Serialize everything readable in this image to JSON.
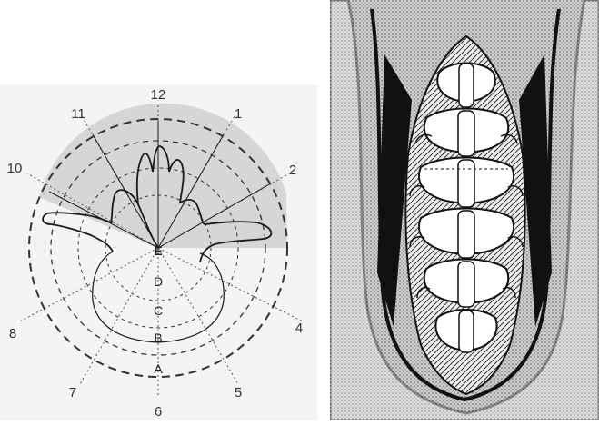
{
  "clock_diagram": {
    "clock_labels": [
      "12",
      "1",
      "2",
      "4",
      "5",
      "6",
      "7",
      "8",
      "10",
      "11"
    ],
    "zone_labels": [
      "E",
      "D",
      "C",
      "B",
      "A"
    ],
    "colors": {
      "background": "#f4f4f4",
      "shaded_sector": "#d6d6d6",
      "lines": "#1a1a1a",
      "dashed_rings": "#333333",
      "label_text": "#333333"
    }
  },
  "surgical_illustration": {
    "colors": {
      "background": "#ffffff",
      "ink": "#111111",
      "stipple": "#7a7a7a"
    }
  }
}
